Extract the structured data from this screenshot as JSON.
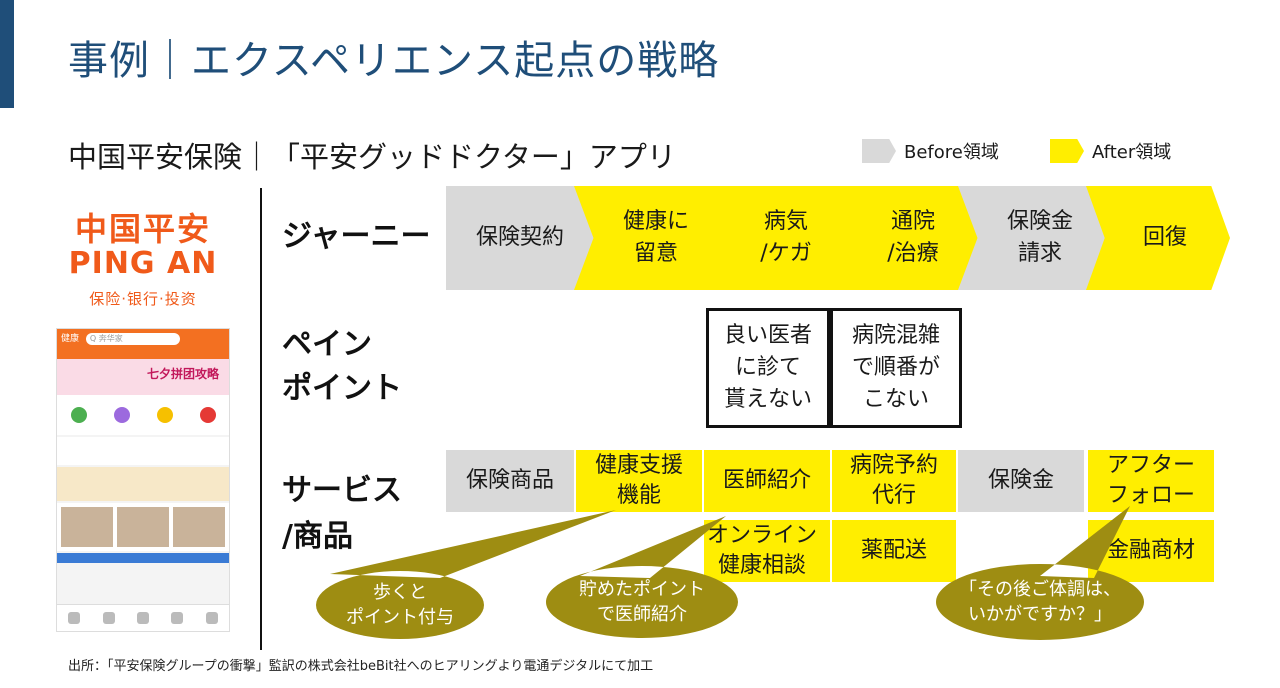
{
  "title": "事例｜エクスペリエンス起点の戦略",
  "subtitle": "中国平安保険｜「平安グッドドクター」アプリ",
  "legend": {
    "before": "Before領域",
    "after": "After領域",
    "before_color": "#d9d9d9",
    "after_color": "#ffee00"
  },
  "logo": {
    "chinese": "中国平安",
    "english": "PING AN",
    "tagline": "保险·银行·投资"
  },
  "phone": {
    "tab": "健康",
    "search_placeholder": "Q 奔华家",
    "banner": "七夕拼团攻略"
  },
  "rows": {
    "journey": "ジャーニー",
    "pain_line1": "ペイン",
    "pain_line2": "ポイント",
    "service_line1": "サービス",
    "service_line2": "/商品"
  },
  "journey": [
    {
      "line1": "保険契約",
      "line2": "",
      "type": "before"
    },
    {
      "line1": "健康に",
      "line2": "留意",
      "type": "after"
    },
    {
      "line1": "病気",
      "line2": "/ケガ",
      "type": "after"
    },
    {
      "line1": "通院",
      "line2": "/治療",
      "type": "after"
    },
    {
      "line1": "保険金",
      "line2": "請求",
      "type": "before"
    },
    {
      "line1": "回復",
      "line2": "",
      "type": "after"
    }
  ],
  "pain_points": [
    {
      "line1": "良い医者",
      "line2": "に診て",
      "line3": "貰えない"
    },
    {
      "line1": "病院混雑",
      "line2": "で順番が",
      "line3": "こない"
    }
  ],
  "services": {
    "insurance_product": "保険商品",
    "health_support_1": "健康支援",
    "health_support_2": "機能",
    "doctor_referral": "医師紹介",
    "hospital_booking_1": "病院予約",
    "hospital_booking_2": "代行",
    "insurance_payout": "保険金",
    "after_follow_1": "アフター",
    "after_follow_2": "フォロー",
    "online_consult_1": "オンライン",
    "online_consult_2": "健康相談",
    "medicine_delivery": "薬配送",
    "financial_product": "金融商材"
  },
  "callouts": [
    {
      "line1": "歩くと",
      "line2": "ポイント付与"
    },
    {
      "line1": "貯めたポイント",
      "line2": "で医師紹介"
    },
    {
      "line1": "「その後ご体調は、",
      "line2": "いかがですか？」"
    }
  ],
  "callout_color": "#9e8d12",
  "source": "出所：「平安保険グループの衝撃」監訳の株式会社beBit社へのヒアリングより電通デジタルにて加工"
}
